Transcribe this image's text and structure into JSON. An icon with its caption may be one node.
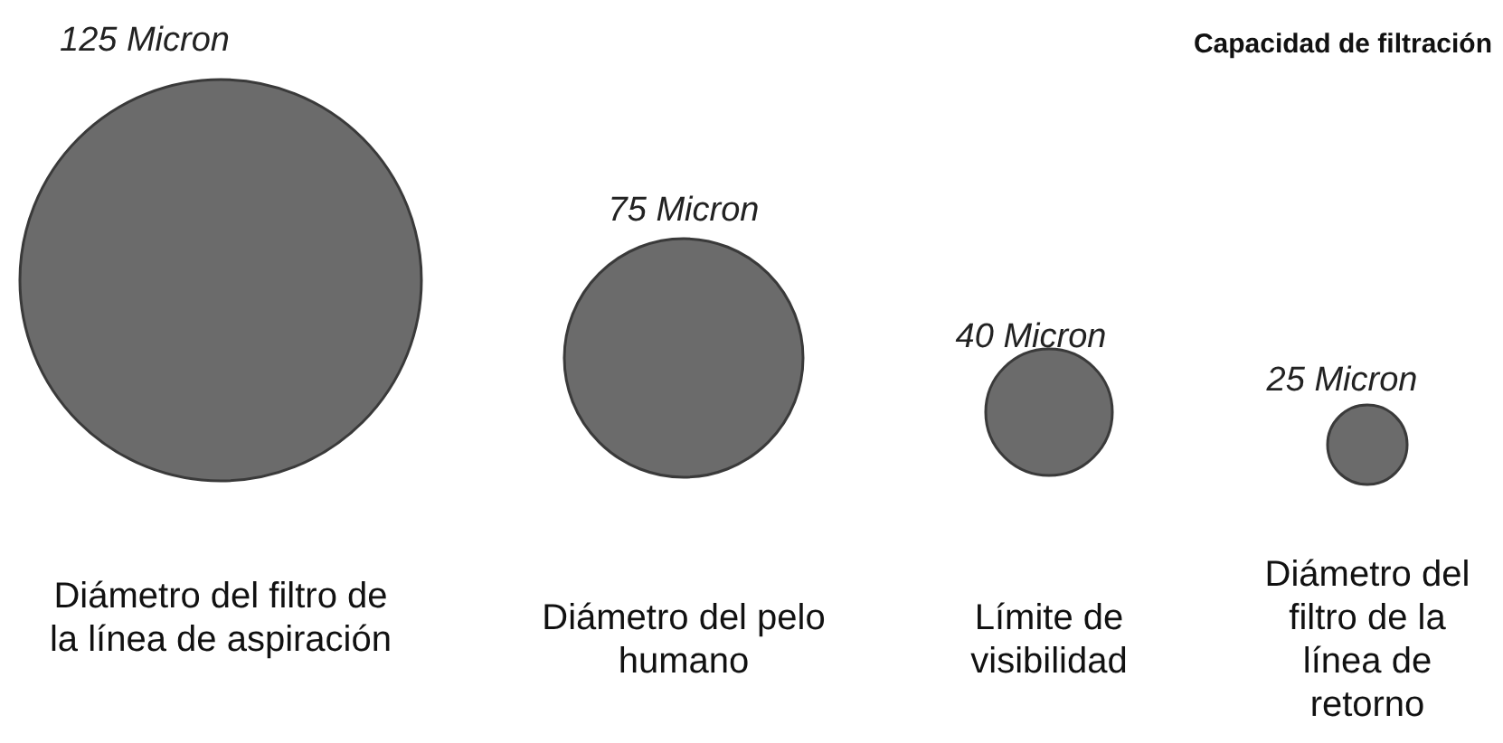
{
  "diagram": {
    "title": "Capacidad de filtración",
    "nodes": [
      {
        "text": [],
        "shape": "circle",
        "beside": [
          "125 Micron",
          "Diámetro del filtro de la línea de aspiración"
        ]
      },
      {
        "text": [],
        "shape": "circle",
        "beside": [
          "75 Micron",
          "Diámetro del pelo humano"
        ]
      },
      {
        "text": [],
        "shape": "circle",
        "beside": [
          "40 Micron",
          "Límite de visibilidad"
        ]
      },
      {
        "text": [],
        "shape": "circle",
        "beside": [
          "25 Micron",
          "Diámetro del filtro de la línea de retorno"
        ]
      }
    ],
    "edges": []
  }
}
